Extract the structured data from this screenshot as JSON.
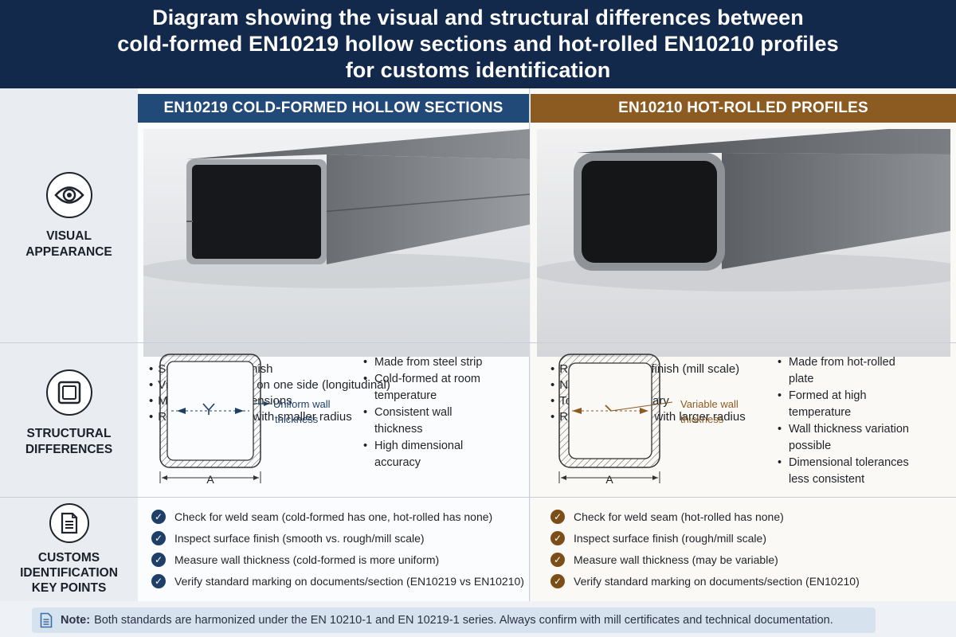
{
  "header": {
    "title_line1": "Diagram showing the visual and structural differences between",
    "title_line2": "cold-formed EN10219 hollow sections and hot-rolled EN10210 profiles",
    "title_line3": "for customs identification"
  },
  "rows": {
    "visual": {
      "line1": "VISUAL",
      "line2": "APPEARANCE",
      "icon": "eye-icon"
    },
    "structural": {
      "line1": "STRUCTURAL",
      "line2": "DIFFERENCES",
      "icon": "square-section-icon"
    },
    "customs": {
      "line1": "CUSTOMS",
      "line2": "IDENTIFICATION",
      "line3": "KEY POINTS",
      "icon": "document-icon"
    }
  },
  "cold": {
    "title": "EN10219 COLD-FORMED HOLLOW SECTIONS",
    "accent": "#224a78",
    "visual_bullets": [
      "Smooth surface finish",
      "Visible weld seam on one side (longitudinal)",
      "More uniform dimensions",
      "Rounded corners with smaller radius"
    ],
    "diagram_label_1": "Uniform wall",
    "diagram_label_2": "thickness",
    "dim_label": "A",
    "structure_bullets": [
      {
        "l1": "Made from steel strip",
        "l2": ""
      },
      {
        "l1": "Cold-formed at room",
        "l2": "temperature"
      },
      {
        "l1": "Consistent wall",
        "l2": "thickness"
      },
      {
        "l1": "High dimensional",
        "l2": "accuracy"
      }
    ],
    "checks": [
      "Check for weld seam (cold-formed has one, hot-rolled has none)",
      "Inspect surface finish (smooth vs. rough/mill scale)",
      "Measure wall thickness (cold-formed is more uniform)",
      "Verify standard marking on documents/section (EN10219 vs EN10210)"
    ]
  },
  "hot": {
    "title": "EN10210 HOT-ROLLED PROFILES",
    "accent": "#8c5b21",
    "visual_bullets": [
      "Rougher surface finish (mill scale)",
      "No weld seam",
      "Tolerances may vary",
      "Rounded corners with larger radius"
    ],
    "diagram_label_1": "Variable wall",
    "diagram_label_2": "thickness",
    "dim_label": "A",
    "structure_bullets": [
      {
        "l1": "Made from hot-rolled",
        "l2": "plate"
      },
      {
        "l1": "Formed at high",
        "l2": "temperature"
      },
      {
        "l1": "Wall thickness variation",
        "l2": "possible"
      },
      {
        "l1": "Dimensional tolerances",
        "l2": "less consistent"
      }
    ],
    "checks": [
      "Check for weld seam (hot-rolled has none)",
      "Inspect surface finish (rough/mill scale)",
      "Measure wall thickness (may be variable)",
      "Verify standard marking on documents/section (EN10210)"
    ]
  },
  "note": {
    "label": "Note:",
    "text": "Both standards are harmonized under the EN 10210-1 and EN 10219-1 series. Always confirm with mill certificates and technical documentation."
  }
}
